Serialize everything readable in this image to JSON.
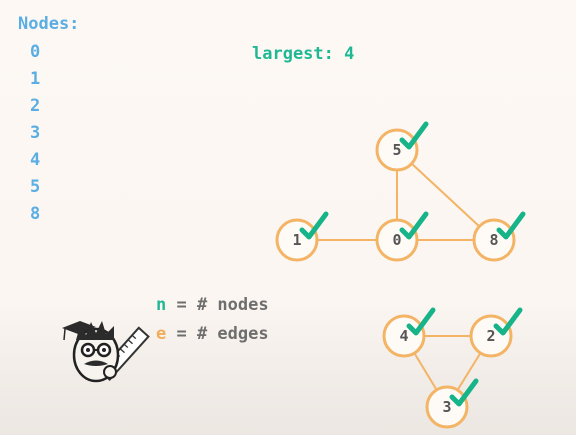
{
  "nodes_panel": {
    "title": "Nodes:",
    "items": [
      "0",
      "1",
      "2",
      "3",
      "4",
      "5",
      "8"
    ]
  },
  "largest": {
    "text": "largest: 4"
  },
  "legend": {
    "n_var": "n",
    "n_text": " = # nodes",
    "e_var": "e",
    "e_text": " = # edges"
  },
  "graph": {
    "nodes": [
      {
        "id": "5",
        "label": "5",
        "visited": true
      },
      {
        "id": "1",
        "label": "1",
        "visited": true
      },
      {
        "id": "0",
        "label": "0",
        "visited": true
      },
      {
        "id": "8",
        "label": "8",
        "visited": true
      },
      {
        "id": "4",
        "label": "4",
        "visited": true
      },
      {
        "id": "2",
        "label": "2",
        "visited": true
      },
      {
        "id": "3",
        "label": "3",
        "visited": true
      }
    ],
    "edges": [
      [
        "5",
        "0"
      ],
      [
        "5",
        "8"
      ],
      [
        "1",
        "0"
      ],
      [
        "0",
        "8"
      ],
      [
        "4",
        "2"
      ],
      [
        "4",
        "3"
      ],
      [
        "2",
        "3"
      ]
    ]
  },
  "colors": {
    "node_border": "#f3b466",
    "check": "#17b389",
    "nodes_text": "#5aaee3",
    "largest_text": "#20b894"
  },
  "icons": {
    "mascot": "professor-mascot-icon",
    "check": "check-icon"
  }
}
